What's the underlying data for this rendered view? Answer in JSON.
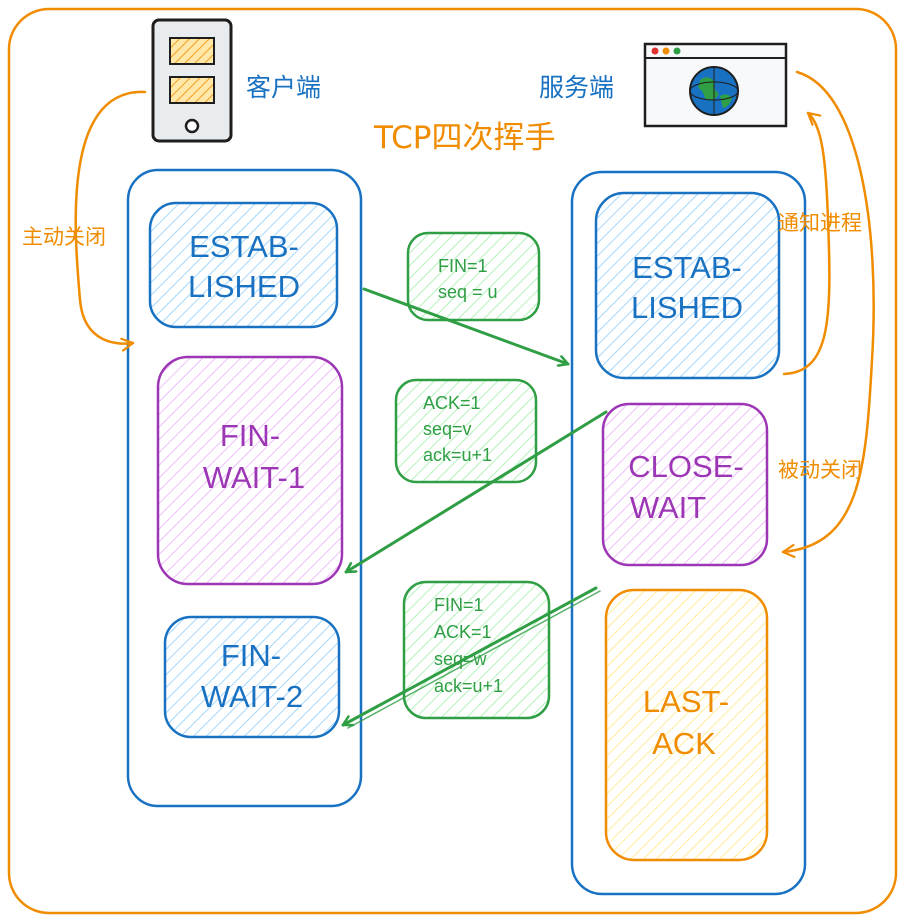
{
  "title": "TCP四次挥手",
  "client": {
    "label": "客户端",
    "icon": "phone-icon"
  },
  "server": {
    "label": "服务端",
    "icon": "browser-globe-icon"
  },
  "annotations": {
    "active_close": "主动关闭",
    "notify_process": "通知进程",
    "passive_close": "被动关闭"
  },
  "client_states": [
    {
      "line1": "ESTAB-",
      "line2": "LISHED"
    },
    {
      "line1": "FIN-",
      "line2": "WAIT-1"
    },
    {
      "line1": "FIN-",
      "line2": "WAIT-2"
    }
  ],
  "server_states": [
    {
      "line1": "ESTAB-",
      "line2": "LISHED"
    },
    {
      "line1": "CLOSE-",
      "line2": "WAIT"
    },
    {
      "line1": "LAST-",
      "line2": "ACK"
    }
  ],
  "messages": [
    {
      "lines": [
        "FIN=1",
        "seq = u"
      ]
    },
    {
      "lines": [
        "ACK=1",
        "seq=v",
        "ack=u+1"
      ]
    },
    {
      "lines": [
        "FIN=1",
        "ACK=1",
        "seq=w",
        "ack=u+1"
      ]
    }
  ],
  "colors": {
    "blue": "#1971c2",
    "blue_fill": "#a5d8ff",
    "purple": "#9c36b5",
    "purple_fill": "#eebefa",
    "orange": "#f08c00",
    "orange_fill": "#ffec99",
    "green": "#2f9e44",
    "green_fill": "#b2f2bb"
  }
}
